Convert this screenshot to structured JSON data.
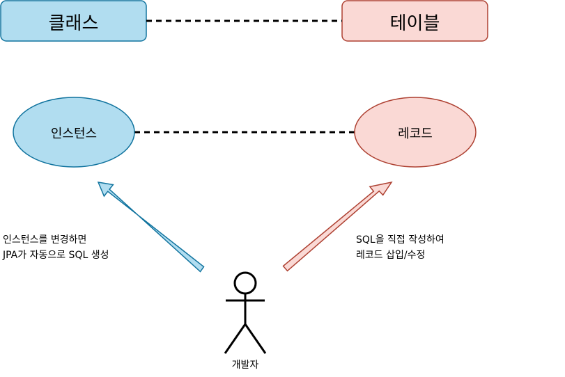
{
  "class_box": {
    "label": "클래스",
    "fill": "#b1ddf0",
    "stroke": "#10739e"
  },
  "table_box": {
    "label": "테이블",
    "fill": "#fad9d5",
    "stroke": "#ae4132"
  },
  "instance_ellipse": {
    "label": "인스턴스",
    "fill": "#b1ddf0",
    "stroke": "#10739e"
  },
  "record_ellipse": {
    "label": "레코드",
    "fill": "#fad9d5",
    "stroke": "#ae4132"
  },
  "left_note": {
    "line1": "인스턴스를 변경하면",
    "line2": "JPA가 자동으로 SQL 생성"
  },
  "right_note": {
    "line1": "SQL을 직접 작성하여",
    "line2": "레코드 삽입/수정"
  },
  "actor": {
    "label": "개발자"
  }
}
